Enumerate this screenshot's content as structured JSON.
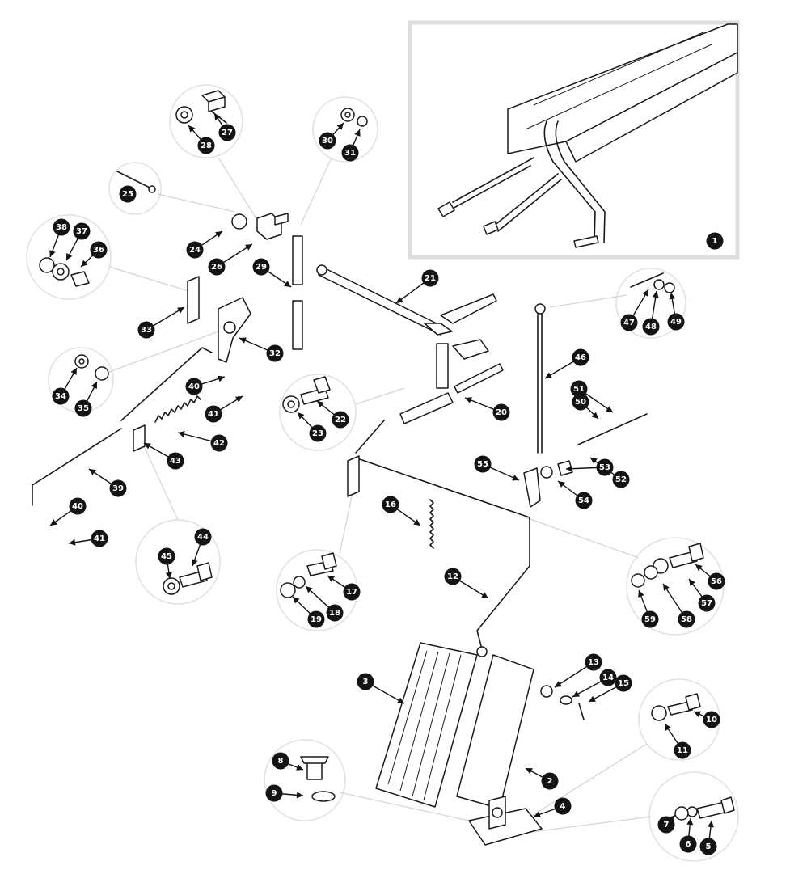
{
  "callouts": [
    {
      "n": "1"
    },
    {
      "n": "2"
    },
    {
      "n": "3"
    },
    {
      "n": "4"
    },
    {
      "n": "5"
    },
    {
      "n": "6"
    },
    {
      "n": "7"
    },
    {
      "n": "8"
    },
    {
      "n": "9"
    },
    {
      "n": "10"
    },
    {
      "n": "11"
    },
    {
      "n": "12"
    },
    {
      "n": "13"
    },
    {
      "n": "14"
    },
    {
      "n": "15"
    },
    {
      "n": "16"
    },
    {
      "n": "17"
    },
    {
      "n": "18"
    },
    {
      "n": "19"
    },
    {
      "n": "20"
    },
    {
      "n": "21"
    },
    {
      "n": "22"
    },
    {
      "n": "23"
    },
    {
      "n": "24"
    },
    {
      "n": "25"
    },
    {
      "n": "26"
    },
    {
      "n": "27"
    },
    {
      "n": "28"
    },
    {
      "n": "29"
    },
    {
      "n": "30"
    },
    {
      "n": "31"
    },
    {
      "n": "32"
    },
    {
      "n": "33"
    },
    {
      "n": "34"
    },
    {
      "n": "35"
    },
    {
      "n": "36"
    },
    {
      "n": "37"
    },
    {
      "n": "38"
    },
    {
      "n": "39"
    },
    {
      "n": "40a",
      "label": "40"
    },
    {
      "n": "41a",
      "label": "41"
    },
    {
      "n": "42"
    },
    {
      "n": "43"
    },
    {
      "n": "44"
    },
    {
      "n": "45"
    },
    {
      "n": "46"
    },
    {
      "n": "47"
    },
    {
      "n": "48"
    },
    {
      "n": "49"
    },
    {
      "n": "50"
    },
    {
      "n": "51"
    },
    {
      "n": "52"
    },
    {
      "n": "53"
    },
    {
      "n": "54"
    },
    {
      "n": "55"
    },
    {
      "n": "56"
    },
    {
      "n": "57"
    },
    {
      "n": "58"
    },
    {
      "n": "59"
    },
    {
      "n": "40b",
      "label": "40"
    },
    {
      "n": "41b",
      "label": "41"
    }
  ],
  "colors": {
    "ink": "#141414",
    "circle_outline": "#e2e2e2",
    "inset_border": "#dddddd"
  }
}
